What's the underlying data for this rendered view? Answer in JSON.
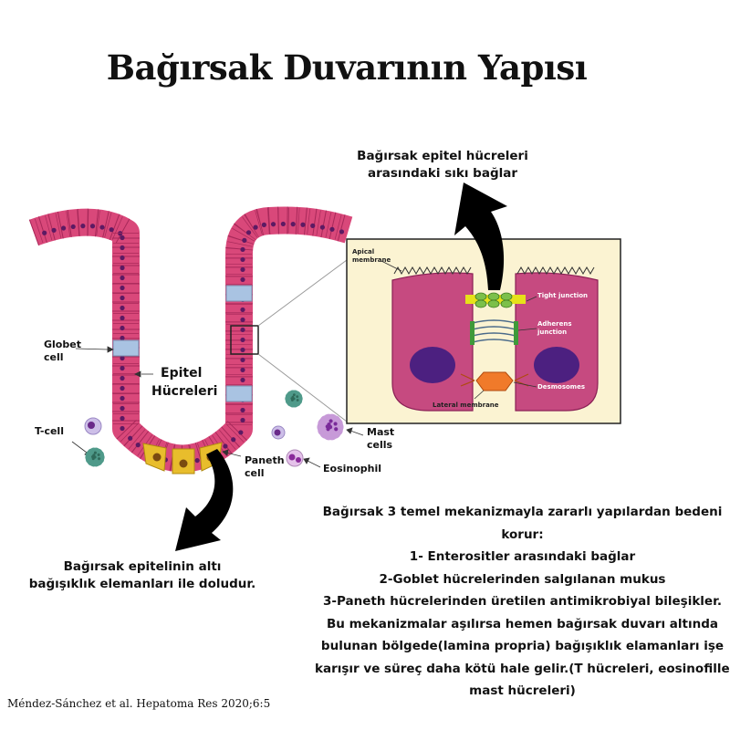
{
  "title": "Bağırsak Duvarının Yapısı",
  "labels": {
    "tight_callout": [
      "Bağırsak epitel hücreleri",
      "arasındaki sıkı bağlar"
    ],
    "globet": [
      "Globet",
      "cell"
    ],
    "epitel": [
      "Epitel",
      "Hücreleri"
    ],
    "tcell": "T-cell",
    "paneth": [
      "Paneth",
      "cell"
    ],
    "eosinophil": "Eosinophil",
    "mast": [
      "Mast",
      "cells"
    ],
    "immune_note": [
      "Bağırsak epitelinin altı",
      "bağışıklık elemanları ile doludur."
    ]
  },
  "inset": {
    "apical": [
      "Apical",
      "membrane"
    ],
    "tight_junction": "Tight junction",
    "adherens": [
      "Adherens",
      "junction"
    ],
    "desmosomes": "Desmosomes",
    "lateral": "Lateral membrane"
  },
  "summary": [
    "Bağırsak 3 temel mekanizmayla zararlı yapılardan bedeni",
    "korur:",
    "1- Enterositler arasındaki bağlar",
    "2-Goblet hücrelerinden salgılanan mukus",
    "3-Paneth hücrelerinden üretilen antimikrobiyal bileşikler.",
    "Bu mekanizmalar aşılırsa hemen bağırsak duvarı altında",
    "bulunan bölgede(lamina propria) bağışıklık elamanları işe",
    "karışır ve süreç daha kötü hale gelir.(T hücreleri, eosinofiller,",
    "mast hücreleri)"
  ],
  "citation": "Méndez-Sánchez et al. Hepatoma Res 2020;6:5",
  "colors": {
    "epithelium": "#d9487a",
    "epithelium_dark": "#a8295a",
    "nucleus": "#5c1a63",
    "goblet": "#a9c3e2",
    "paneth": "#e8bd2c",
    "inset_bg": "#fbf3d2",
    "inset_cell": "#c64a80",
    "inset_nucleus": "#4c2080",
    "tight": "#7cc04a",
    "desmosome": "#f07a2a"
  }
}
